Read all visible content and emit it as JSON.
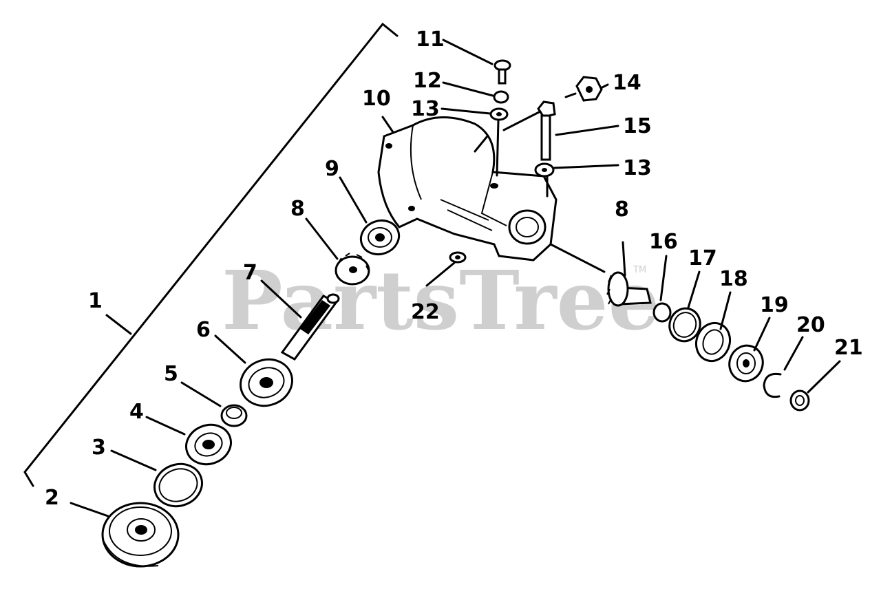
{
  "watermark": {
    "text": "PartsTree",
    "trademark": "TM"
  },
  "callouts": {
    "c1": "1",
    "c2": "2",
    "c3": "3",
    "c4": "4",
    "c5": "5",
    "c6": "6",
    "c7": "7",
    "c8a": "8",
    "c8b": "8",
    "c9": "9",
    "c10": "10",
    "c11": "11",
    "c12": "12",
    "c13a": "13",
    "c13b": "13",
    "c14": "14",
    "c15": "15",
    "c16": "16",
    "c17": "17",
    "c18": "18",
    "c19": "19",
    "c20": "20",
    "c21": "21",
    "c22": "22"
  }
}
